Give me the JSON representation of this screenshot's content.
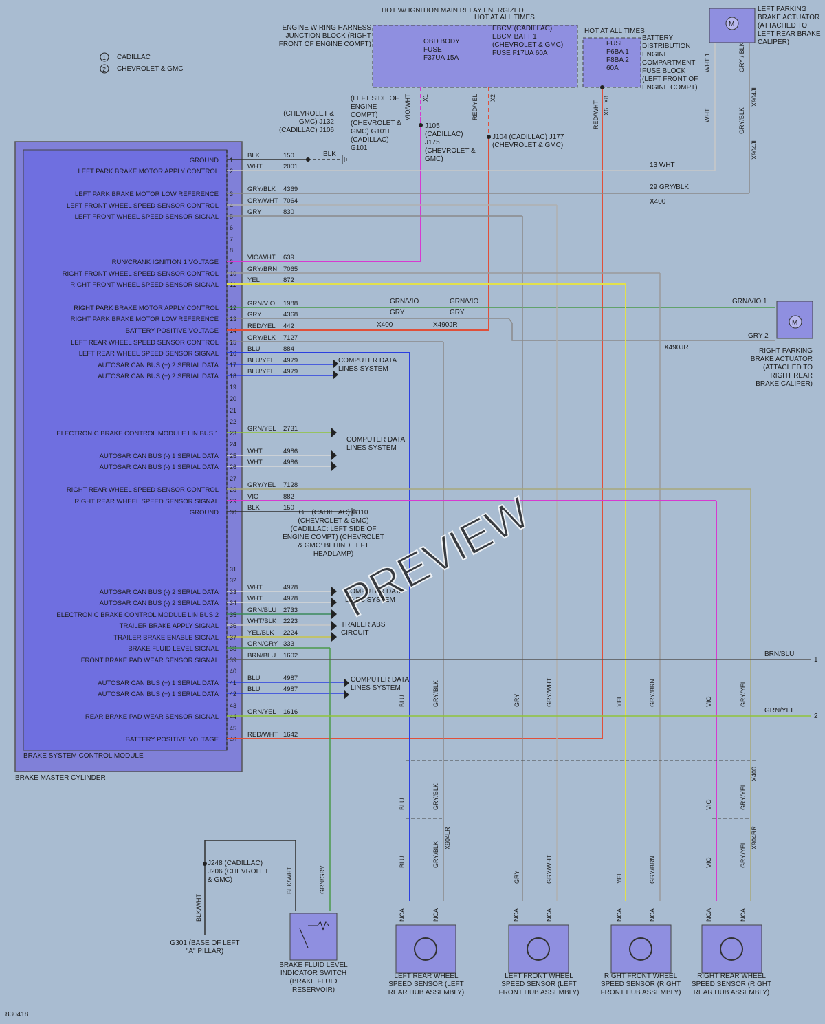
{
  "title_block": {
    "drawing_number": "830418"
  },
  "watermark": "PREVIEW",
  "legend": [
    {
      "num": "1",
      "label": "CADILLAC"
    },
    {
      "num": "2",
      "label": "CHEVROLET & GMC"
    }
  ],
  "module": {
    "name": "BRAKE SYSTEM CONTROL MODULE",
    "outer_name": "BRAKE MASTER CYLINDER"
  },
  "pins": [
    {
      "pin": "1",
      "label": "GROUND",
      "color": "BLK",
      "circuit": "150"
    },
    {
      "pin": "2",
      "label": "LEFT PARK BRAKE MOTOR APPLY CONTROL",
      "color": "WHT",
      "circuit": "2001"
    },
    {
      "pin": "3",
      "label": "LEFT PARK BRAKE MOTOR LOW REFERENCE",
      "color": "GRY/BLK",
      "circuit": "4369"
    },
    {
      "pin": "4",
      "label": "LEFT FRONT WHEEL SPEED SENSOR CONTROL",
      "color": "GRY/WHT",
      "circuit": "7064"
    },
    {
      "pin": "5",
      "label": "LEFT FRONT WHEEL SPEED SENSOR SIGNAL",
      "color": "GRY",
      "circuit": "830"
    },
    {
      "pin": "6",
      "label": "",
      "color": "",
      "circuit": ""
    },
    {
      "pin": "7",
      "label": "",
      "color": "",
      "circuit": ""
    },
    {
      "pin": "8",
      "label": "",
      "color": "",
      "circuit": ""
    },
    {
      "pin": "9",
      "label": "RUN/CRANK IGNITION 1 VOLTAGE",
      "color": "VIO/WHT",
      "circuit": "639"
    },
    {
      "pin": "10",
      "label": "RIGHT FRONT WHEEL SPEED SENSOR CONTROL",
      "color": "GRY/BRN",
      "circuit": "7065"
    },
    {
      "pin": "11",
      "label": "RIGHT FRONT WHEEL SPEED SENSOR SIGNAL",
      "color": "YEL",
      "circuit": "872"
    },
    {
      "pin": "12",
      "label": "RIGHT PARK BRAKE MOTOR APPLY CONTROL",
      "color": "GRN/VIO",
      "circuit": "1988"
    },
    {
      "pin": "13",
      "label": "RIGHT PARK BRAKE MOTOR LOW REFERENCE",
      "color": "GRY",
      "circuit": "4368"
    },
    {
      "pin": "14",
      "label": "BATTERY POSITIVE VOLTAGE",
      "color": "RED/YEL",
      "circuit": "442"
    },
    {
      "pin": "15",
      "label": "LEFT REAR WHEEL SPEED SENSOR CONTROL",
      "color": "GRY/BLK",
      "circuit": "7127"
    },
    {
      "pin": "16",
      "label": "LEFT REAR WHEEL SPEED SENSOR SIGNAL",
      "color": "BLU",
      "circuit": "884"
    },
    {
      "pin": "17",
      "label": "AUTOSAR CAN BUS (+) 2 SERIAL DATA",
      "color": "BLU/YEL",
      "circuit": "4979"
    },
    {
      "pin": "18",
      "label": "AUTOSAR CAN BUS (+) 2 SERIAL DATA",
      "color": "BLU/YEL",
      "circuit": "4979"
    },
    {
      "pin": "19",
      "label": "",
      "color": "",
      "circuit": ""
    },
    {
      "pin": "20",
      "label": "",
      "color": "",
      "circuit": ""
    },
    {
      "pin": "21",
      "label": "",
      "color": "",
      "circuit": ""
    },
    {
      "pin": "22",
      "label": "",
      "color": "",
      "circuit": ""
    },
    {
      "pin": "23",
      "label": "ELECTRONIC BRAKE CONTROL MODULE LIN BUS 1",
      "color": "GRN/YEL",
      "circuit": "2731"
    },
    {
      "pin": "24",
      "label": "",
      "color": "",
      "circuit": ""
    },
    {
      "pin": "25",
      "label": "AUTOSAR CAN BUS (-) 1 SERIAL DATA",
      "color": "WHT",
      "circuit": "4986"
    },
    {
      "pin": "26",
      "label": "AUTOSAR CAN BUS (-) 1 SERIAL DATA",
      "color": "WHT",
      "circuit": "4986"
    },
    {
      "pin": "27",
      "label": "",
      "color": "",
      "circuit": ""
    },
    {
      "pin": "28",
      "label": "RIGHT REAR WHEEL SPEED SENSOR CONTROL",
      "color": "GRY/YEL",
      "circuit": "7128"
    },
    {
      "pin": "29",
      "label": "RIGHT REAR WHEEL SPEED SENSOR SIGNAL",
      "color": "VIO",
      "circuit": "882"
    },
    {
      "pin": "30",
      "label": "GROUND",
      "color": "BLK",
      "circuit": "150"
    },
    {
      "pin": "31",
      "label": "",
      "color": "",
      "circuit": ""
    },
    {
      "pin": "32",
      "label": "",
      "color": "",
      "circuit": ""
    },
    {
      "pin": "33",
      "label": "AUTOSAR CAN BUS (-) 2 SERIAL DATA",
      "color": "WHT",
      "circuit": "4978"
    },
    {
      "pin": "34",
      "label": "AUTOSAR CAN BUS (-) 2 SERIAL DATA",
      "color": "WHT",
      "circuit": "4978"
    },
    {
      "pin": "35",
      "label": "ELECTRONIC BRAKE CONTROL MODULE LIN BUS 2",
      "color": "GRN/BLU",
      "circuit": "2733"
    },
    {
      "pin": "36",
      "label": "TRAILER BRAKE APPLY SIGNAL",
      "color": "WHT/BLK",
      "circuit": "2223"
    },
    {
      "pin": "37",
      "label": "TRAILER BRAKE ENABLE SIGNAL",
      "color": "YEL/BLK",
      "circuit": "2224"
    },
    {
      "pin": "38",
      "label": "BRAKE FLUID LEVEL SIGNAL",
      "color": "GRN/GRY",
      "circuit": "333"
    },
    {
      "pin": "39",
      "label": "FRONT BRAKE PAD WEAR SENSOR SIGNAL",
      "color": "BRN/BLU",
      "circuit": "1602"
    },
    {
      "pin": "40",
      "label": "",
      "color": "",
      "circuit": ""
    },
    {
      "pin": "41",
      "label": "AUTOSAR CAN BUS (+) 1 SERIAL DATA",
      "color": "BLU",
      "circuit": "4987"
    },
    {
      "pin": "42",
      "label": "AUTOSAR CAN BUS (+) 1 SERIAL DATA",
      "color": "BLU",
      "circuit": "4987"
    },
    {
      "pin": "43",
      "label": "",
      "color": "",
      "circuit": ""
    },
    {
      "pin": "44",
      "label": "REAR BRAKE PAD WEAR SENSOR SIGNAL",
      "color": "GRN/YEL",
      "circuit": "1616"
    },
    {
      "pin": "45",
      "label": "",
      "color": "",
      "circuit": ""
    },
    {
      "pin": "46",
      "label": "BATTERY POSITIVE VOLTAGE",
      "color": "RED/WHT",
      "circuit": "1642"
    }
  ],
  "top_blocks": {
    "hot_ign": "HOT W/ IGNITION MAIN RELAY ENERGIZED",
    "hot_all_1": "HOT AT ALL TIMES",
    "hot_all_2": "HOT AT ALL TIMES",
    "junction_block": "ENGINE WIRING HARNESS JUNCTION BLOCK (RIGHT FRONT OF ENGINE COMPT)",
    "fuse_obd": "OBD BODY FUSE F37UA 15A",
    "fuse_ebcm": "EBCM (CADILLAC) EBCM BATT 1 (CHEVROLET & GMC) FUSE F17UA 60A",
    "fuse_f6": "FUSE F6BA 1 F8BA 2 60A",
    "bdfb": "BATTERY DISTRIBUTION ENGINE COMPARTMENT FUSE BLOCK (LEFT FRONT OF ENGINE COMPT)",
    "x1": "X1",
    "x2": "X2",
    "x6": "X6",
    "x8": "X8"
  },
  "splices": {
    "j132": "(CHEVROLET & GMC) J132 (CADILLAC) J106",
    "j105": "J105 (CADILLAC) J175 (CHEVROLET & GMC)",
    "g101": "(LEFT SIDE OF ENGINE COMPT) (CHEVROLET & GMC) G101E (CADILLAC) G101",
    "j104": "J104 (CADILLAC) J177 (CHEVROLET & GMC)",
    "ground30": "G... (CADILLAC) G110 (CHEVROLET & GMC) (CADILLAC: LEFT SIDE OF ENGINE COMPT) (CHEVROLET & GMC: BEHIND LEFT HEADLAMP)",
    "j248": "J248 (CADILLAC) J206 (CHEVROLET & GMC)",
    "g301": "G301 (BASE OF LEFT \"A\" PILLAR)"
  },
  "connectors": {
    "x400_top": "X400",
    "x490jr_top": "X490JR",
    "x490jr_bot": "X490JR",
    "x904jl_top": "X904JL",
    "x904jl_bot": "X904JL",
    "x400_bottom": "X400",
    "x904lr": "X904LR",
    "x904rr": "X904RR"
  },
  "destinations": {
    "cdls": "COMPUTER DATA LINES SYSTEM",
    "trailer": "TRAILER ABS CIRCUIT"
  },
  "actuators": {
    "left": "LEFT PARKING BRAKE ACTUATOR (ATTACHED TO LEFT REAR BRAKE CALIPER)",
    "right": "RIGHT PARKING BRAKE ACTUATOR (ATTACHED TO RIGHT REAR BRAKE CALIPER)"
  },
  "sensors": [
    {
      "name": "LEFT REAR WHEEL SPEED SENSOR (LEFT REAR HUB ASSEMBLY)"
    },
    {
      "name": "LEFT FRONT WHEEL SPEED SENSOR (LEFT FRONT HUB ASSEMBLY)"
    },
    {
      "name": "RIGHT FRONT WHEEL SPEED SENSOR (RIGHT FRONT HUB ASSEMBLY)"
    },
    {
      "name": "RIGHT REAR WHEEL SPEED SENSOR (RIGHT REAR HUB ASSEMBLY)"
    }
  ],
  "fluid_switch": "BRAKE FLUID LEVEL INDICATOR SWITCH (BRAKE FLUID RESERVOIR)",
  "offpage": [
    {
      "color": "BRN/BLU",
      "ref": "1"
    },
    {
      "color": "GRN/YEL",
      "ref": "2"
    }
  ],
  "wire_colors": {
    "vio": "#d63ad0",
    "yel": "#e2e04c",
    "blu": "#2a3fe0",
    "red": "#e0503a",
    "grn": "#4a9a4a",
    "grnyel": "#8fc43a",
    "gry": "#8a8a8a",
    "blk": "#303030",
    "module": "#6f6fe0"
  }
}
